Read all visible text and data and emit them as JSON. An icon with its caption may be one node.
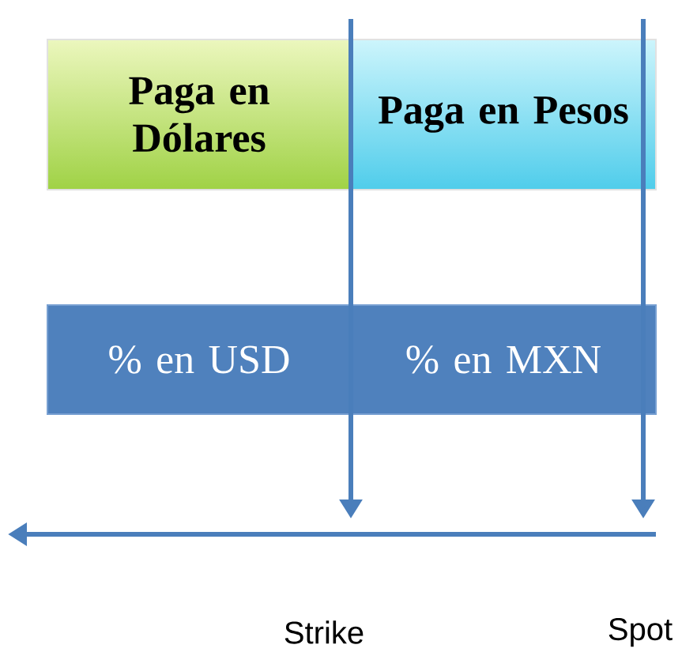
{
  "diagram": {
    "nodes": [
      {
        "text": [
          "Paga en Dólares"
        ]
      },
      {
        "text": [
          "Paga en Pesos"
        ]
      },
      {
        "text": [
          "% en USD"
        ]
      },
      {
        "text": [
          "% en MXN"
        ]
      }
    ],
    "labels": [
      "Strike",
      "Spot"
    ]
  }
}
